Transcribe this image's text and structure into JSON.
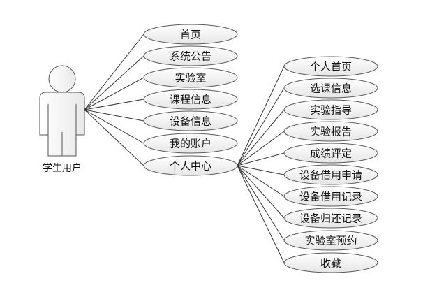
{
  "actor": {
    "label": "学生用户"
  },
  "main_use_cases": [
    {
      "label": "首页"
    },
    {
      "label": "系统公告"
    },
    {
      "label": "实验室"
    },
    {
      "label": "课程信息"
    },
    {
      "label": "设备信息"
    },
    {
      "label": "我的账户"
    },
    {
      "label": "个人中心"
    }
  ],
  "sub_use_cases": [
    {
      "label": "个人首页"
    },
    {
      "label": "选课信息"
    },
    {
      "label": "实验指导"
    },
    {
      "label": "实验报告"
    },
    {
      "label": "成绩评定"
    },
    {
      "label": "设备借用申请"
    },
    {
      "label": "设备借用记录"
    },
    {
      "label": "设备归还记录"
    },
    {
      "label": "实验室预约"
    },
    {
      "label": "收藏"
    }
  ]
}
